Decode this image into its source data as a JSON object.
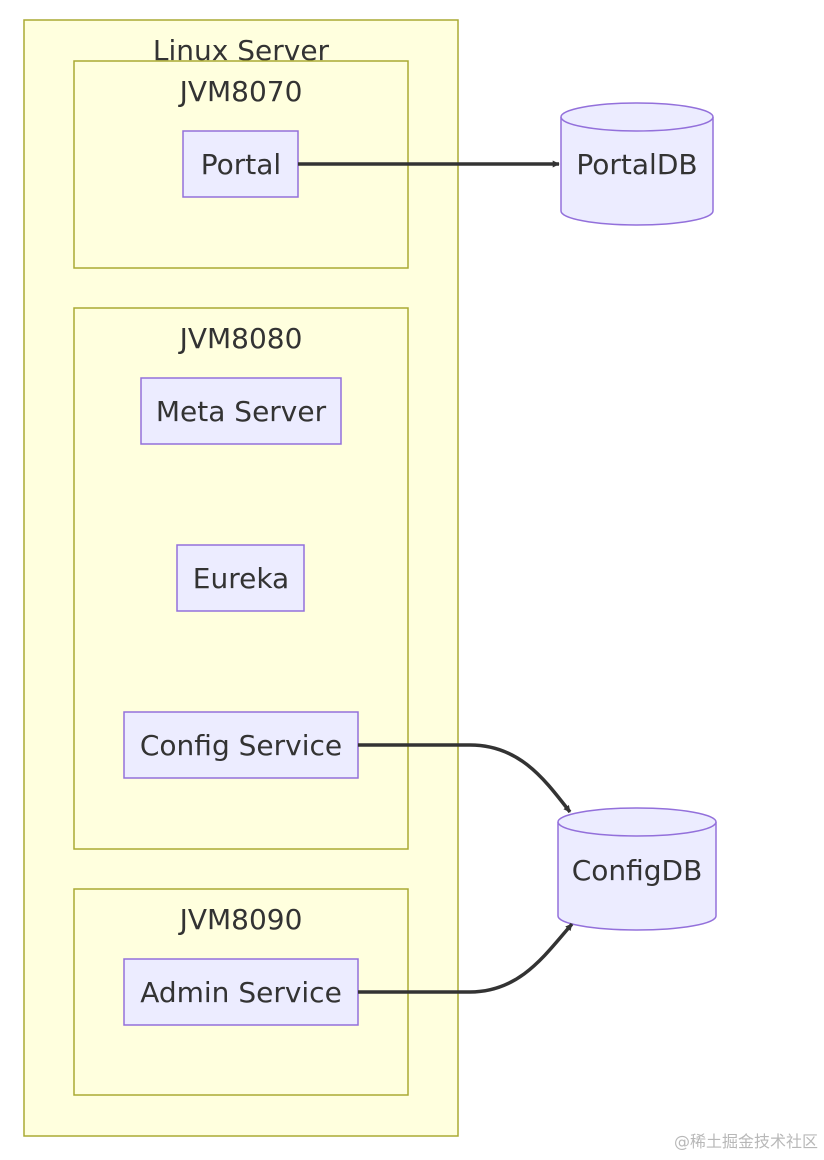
{
  "diagram": {
    "outer_group": {
      "label": "Linux Server"
    },
    "groups": [
      {
        "id": "jvm8070",
        "label": "JVM8070"
      },
      {
        "id": "jvm8080",
        "label": "JVM8080"
      },
      {
        "id": "jvm8090",
        "label": "JVM8090"
      }
    ],
    "nodes": {
      "portal": "Portal",
      "meta_server": "Meta Server",
      "eureka": "Eureka",
      "config_service": "Config Service",
      "admin_service": "Admin Service"
    },
    "databases": {
      "portal_db": "PortalDB",
      "config_db": "ConfigDB"
    },
    "edges": [
      {
        "from": "Portal",
        "to": "PortalDB"
      },
      {
        "from": "Config Service",
        "to": "ConfigDB"
      },
      {
        "from": "Admin Service",
        "to": "ConfigDB"
      }
    ],
    "colors": {
      "group_fill": "#ffffde",
      "group_stroke": "#aaaa33",
      "node_fill": "#ececff",
      "node_stroke": "#9370db",
      "edge": "#333333"
    }
  },
  "watermark": "@稀土掘金技术社区"
}
